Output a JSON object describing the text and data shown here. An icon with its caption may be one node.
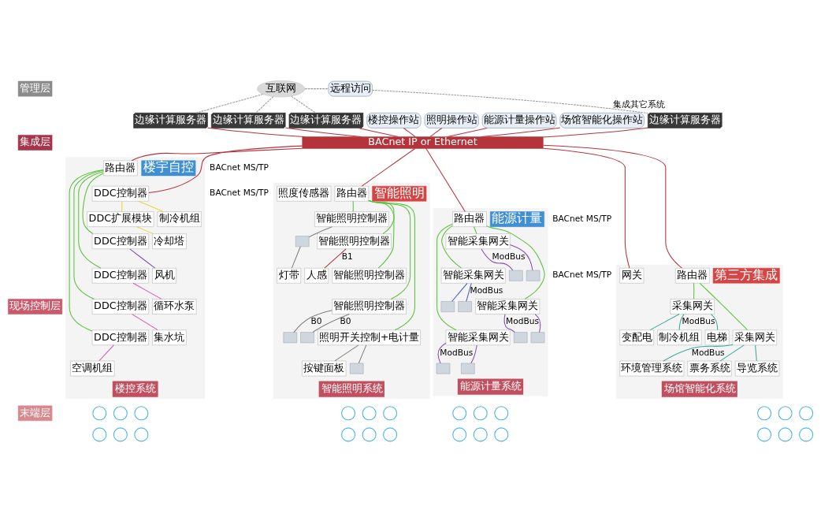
{
  "diagram": {
    "nodes": [
      {
        "text": [
          "管理层"
        ]
      },
      {
        "text": [
          "集成层"
        ]
      },
      {
        "text": [
          "现场控制层"
        ]
      },
      {
        "text": [
          "末端层"
        ]
      },
      {
        "text": [
          "互联网"
        ]
      },
      {
        "text": [
          "远程访问"
        ]
      },
      {
        "text": [
          "楼控操作站"
        ]
      },
      {
        "text": [
          "照明操作站"
        ]
      },
      {
        "text": [
          "能源计量操作站"
        ]
      },
      {
        "text": [
          "场馆智能化操作站"
        ]
      },
      {
        "text": [
          "BACnet IP or Ethernet"
        ]
      },
      {
        "text": [
          "边缘计算服务器"
        ]
      },
      {
        "text": [
          "边缘计算服务器"
        ]
      },
      {
        "text": [
          "边缘计算服务器"
        ]
      },
      {
        "text": [
          "边缘计算服务器"
        ]
      },
      {
        "text": [
          "楼控系统"
        ]
      },
      {
        "text": [
          "楼宇自控"
        ],
        "in": 15
      },
      {
        "text": [
          "路由器"
        ],
        "in": 15
      },
      {
        "text": [
          "DDC控制器"
        ],
        "in": 15
      },
      {
        "text": [
          "制冷机组"
        ],
        "in": 15
      },
      {
        "text": [
          "DDC扩展模块"
        ],
        "in": 15
      },
      {
        "text": [
          "冷却塔"
        ],
        "in": 15
      },
      {
        "text": [
          "DDC控制器"
        ],
        "in": 15
      },
      {
        "text": [
          "风机"
        ],
        "in": 15
      },
      {
        "text": [
          "DDC控制器"
        ],
        "in": 15
      },
      {
        "text": [
          "循环水泵"
        ],
        "in": 15
      },
      {
        "text": [
          "DDC控制器"
        ],
        "in": 15
      },
      {
        "text": [
          "集水坑"
        ],
        "in": 15
      },
      {
        "text": [
          "DDC控制器"
        ],
        "in": 15
      },
      {
        "text": [
          "空调机组"
        ],
        "in": 15
      },
      {
        "text": [
          "智能照明系统"
        ]
      },
      {
        "text": [
          "智能照明"
        ],
        "in": 30
      },
      {
        "text": [
          "路由器"
        ],
        "in": 30
      },
      {
        "text": [
          "智能照明控制器"
        ],
        "in": 30
      },
      {
        "text": [],
        "shape": "box",
        "in": 30
      },
      {
        "text": [
          "灯带"
        ],
        "in": 30
      },
      {
        "text": [
          "智能照明控制器"
        ],
        "in": 30
      },
      {
        "text": [
          "人感"
        ],
        "in": 30
      },
      {
        "text": [
          "智能照明控制器"
        ],
        "in": 30
      },
      {
        "text": [
          "照度传感器"
        ],
        "in": 30
      },
      {
        "text": [
          "智能照明控制器"
        ],
        "in": 30
      },
      {
        "text": [],
        "shape": "box",
        "in": 30
      },
      {
        "text": [],
        "shape": "box",
        "in": 30
      },
      {
        "text": [
          "照明开关控制+电计量"
        ],
        "in": 30
      },
      {
        "text": [
          "按键面板"
        ],
        "in": 30
      },
      {
        "text": [],
        "shape": "box",
        "in": 30
      },
      {
        "text": [
          "能源计量系统"
        ]
      },
      {
        "text": [
          "能源计量"
        ],
        "in": 46
      },
      {
        "text": [
          "路由器"
        ],
        "in": 46
      },
      {
        "text": [
          "智能采集网关"
        ],
        "in": 46
      },
      {
        "text": [],
        "shape": "box",
        "in": 46
      },
      {
        "text": [],
        "shape": "box",
        "in": 46
      },
      {
        "text": [
          "智能采集网关"
        ],
        "in": 46
      },
      {
        "text": [],
        "shape": "box",
        "in": 46
      },
      {
        "text": [],
        "shape": "box",
        "in": 46
      },
      {
        "text": [
          "智能采集网关"
        ],
        "in": 46
      },
      {
        "text": [],
        "shape": "box",
        "in": 46
      },
      {
        "text": [],
        "shape": "box",
        "in": 46
      },
      {
        "text": [
          "智能采集网关"
        ],
        "in": 46
      },
      {
        "text": [],
        "shape": "box",
        "in": 46
      },
      {
        "text": [],
        "shape": "box",
        "in": 46
      },
      {
        "text": [
          "场馆智能化系统"
        ]
      },
      {
        "text": [
          "第三方集成"
        ],
        "in": 61
      },
      {
        "text": [
          "路由器"
        ],
        "in": 61
      },
      {
        "text": [
          "网关"
        ],
        "in": 61
      },
      {
        "text": [
          "采集网关"
        ],
        "in": 61
      },
      {
        "text": [
          "制冷机组"
        ],
        "in": 61
      },
      {
        "text": [
          "电梯"
        ],
        "in": 61
      },
      {
        "text": [
          "变配电"
        ],
        "in": 61
      },
      {
        "text": [
          "采集网关"
        ],
        "in": 61
      },
      {
        "text": [
          "环境管理系统"
        ],
        "in": 61
      },
      {
        "text": [
          "票务系统"
        ],
        "in": 61
      },
      {
        "text": [
          "导览系统"
        ],
        "in": 61
      },
      {
        "text": [],
        "shape": "circle"
      },
      {
        "text": [],
        "shape": "circle"
      },
      {
        "text": [],
        "shape": "circle"
      },
      {
        "text": [],
        "shape": "circle"
      },
      {
        "text": [],
        "shape": "circle"
      },
      {
        "text": [],
        "shape": "circle"
      },
      {
        "text": [],
        "shape": "circle"
      },
      {
        "text": [],
        "shape": "circle"
      },
      {
        "text": [],
        "shape": "circle"
      },
      {
        "text": [],
        "shape": "circle"
      },
      {
        "text": [],
        "shape": "circle"
      },
      {
        "text": [],
        "shape": "circle"
      },
      {
        "text": [],
        "shape": "circle"
      },
      {
        "text": [],
        "shape": "circle"
      },
      {
        "text": [],
        "shape": "circle"
      },
      {
        "text": [],
        "shape": "circle"
      },
      {
        "text": [],
        "shape": "circle"
      },
      {
        "text": [],
        "shape": "circle"
      },
      {
        "text": [],
        "shape": "circle"
      },
      {
        "text": [],
        "shape": "circle"
      },
      {
        "text": [],
        "shape": "circle"
      },
      {
        "text": [],
        "shape": "circle"
      },
      {
        "text": [],
        "shape": "circle"
      },
      {
        "text": [],
        "shape": "circle"
      }
    ],
    "edges": [
      {
        "from": 4,
        "to": 11,
        "arrow": "none",
        "style": "dashed",
        "color": "#999999"
      },
      {
        "from": 4,
        "to": 12,
        "arrow": "none",
        "style": "dashed",
        "color": "#999999"
      },
      {
        "from": 4,
        "to": 13,
        "arrow": "none",
        "style": "dashed",
        "color": "#999999"
      },
      {
        "from": 4,
        "to": 5,
        "arrow": "none",
        "style": "dashed",
        "color": "#999999"
      },
      {
        "from": 5,
        "to": 14,
        "label": "集成其它系统",
        "arrow": "none",
        "style": "dashed",
        "color": "#999999"
      },
      {
        "from": 6,
        "to": 10,
        "arrow": "none"
      },
      {
        "from": 7,
        "to": 10,
        "arrow": "none"
      },
      {
        "from": 8,
        "to": 10,
        "arrow": "none"
      },
      {
        "from": 9,
        "to": 10,
        "arrow": "none"
      },
      {
        "from": 11,
        "to": 10,
        "arrow": "none"
      },
      {
        "from": 12,
        "to": 10,
        "arrow": "none"
      },
      {
        "from": 13,
        "to": 10,
        "arrow": "none"
      },
      {
        "from": 14,
        "to": 10,
        "arrow": "none"
      },
      {
        "from": 10,
        "to": 17,
        "arrow": "none"
      },
      {
        "from": 10,
        "to": 18,
        "arrow": "none"
      },
      {
        "from": 10,
        "to": 32,
        "arrow": "none"
      },
      {
        "from": 10,
        "to": 48,
        "arrow": "none"
      },
      {
        "from": 10,
        "to": 63,
        "arrow": "none"
      },
      {
        "from": 10,
        "to": 64,
        "arrow": "none"
      },
      {
        "from": 17,
        "to": 22,
        "arrow": "none",
        "color": "#5cc23b"
      },
      {
        "from": 17,
        "to": 24,
        "arrow": "none",
        "color": "#5cc23b"
      },
      {
        "from": 17,
        "to": 26,
        "arrow": "none",
        "color": "#5cc23b"
      },
      {
        "from": 17,
        "to": 28,
        "arrow": "none",
        "color": "#5cc23b"
      },
      {
        "from": 18,
        "to": 19,
        "arrow": "none",
        "color": "#e6d83a"
      },
      {
        "from": 18,
        "to": 20,
        "arrow": "none",
        "color": "#e6d83a"
      },
      {
        "from": 20,
        "to": 21,
        "arrow": "none",
        "color": "#e6d83a"
      },
      {
        "from": 22,
        "to": 23,
        "arrow": "none",
        "color": "#7a4fc0"
      },
      {
        "from": 24,
        "to": 25,
        "arrow": "none",
        "color": "#d856b4"
      },
      {
        "from": 26,
        "to": 27,
        "arrow": "none",
        "color": "#d856b4"
      },
      {
        "from": 28,
        "to": 29,
        "arrow": "none",
        "color": "#d856b4"
      },
      {
        "from": 32,
        "to": 33,
        "arrow": "none",
        "color": "#5cc23b"
      },
      {
        "from": 32,
        "to": 36,
        "arrow": "none",
        "color": "#5cc23b"
      },
      {
        "from": 32,
        "to": 38,
        "arrow": "none",
        "color": "#5cc23b"
      },
      {
        "from": 32,
        "to": 40,
        "arrow": "none",
        "color": "#5cc23b"
      },
      {
        "from": 32,
        "to": 43,
        "arrow": "none",
        "color": "#5cc23b"
      },
      {
        "from": 33,
        "to": 34,
        "arrow": "none",
        "color": "#808080"
      },
      {
        "from": 34,
        "to": 35,
        "arrow": "none",
        "color": "#808080"
      },
      {
        "from": 36,
        "to": 37,
        "label": "B1",
        "arrow": "none"
      },
      {
        "from": 40,
        "to": 41,
        "label": "B0",
        "arrow": "none",
        "color": "#808080"
      },
      {
        "from": 40,
        "to": 42,
        "label": "B0",
        "arrow": "none",
        "color": "#808080"
      },
      {
        "from": 43,
        "to": 44,
        "arrow": "none",
        "color": "#808080"
      },
      {
        "from": 43,
        "to": 45,
        "arrow": "none",
        "color": "#808080"
      },
      {
        "from": 48,
        "to": 49,
        "arrow": "none",
        "color": "#5cc23b"
      },
      {
        "from": 48,
        "to": 52,
        "arrow": "none",
        "color": "#5cc23b"
      },
      {
        "from": 48,
        "to": 55,
        "arrow": "none",
        "color": "#5cc23b"
      },
      {
        "from": 48,
        "to": 58,
        "arrow": "none",
        "color": "#5cc23b"
      },
      {
        "from": 49,
        "to": 50,
        "label": "ModBus",
        "arrow": "none",
        "color": "#8a4fb5"
      },
      {
        "from": 49,
        "to": 51,
        "arrow": "none",
        "color": "#8a4fb5"
      },
      {
        "from": 52,
        "to": 53,
        "label": "ModBus",
        "arrow": "none",
        "color": "#4a5fc0"
      },
      {
        "from": 52,
        "to": 54,
        "arrow": "none",
        "color": "#4a5fc0"
      },
      {
        "from": 55,
        "to": 56,
        "label": "ModBus",
        "arrow": "none",
        "color": "#8a4fb5"
      },
      {
        "from": 55,
        "to": 57,
        "arrow": "none",
        "color": "#8a4fb5"
      },
      {
        "from": 58,
        "to": 59,
        "label": "ModBus",
        "arrow": "none",
        "color": "#8a4fb5"
      },
      {
        "from": 58,
        "to": 60,
        "arrow": "none",
        "color": "#8a4fb5"
      },
      {
        "from": 63,
        "to": 65,
        "arrow": "none",
        "color": "#5cc23b"
      },
      {
        "from": 63,
        "to": 69,
        "arrow": "none",
        "color": "#5cc23b"
      },
      {
        "from": 65,
        "to": 66,
        "label": "ModBus",
        "arrow": "none",
        "color": "#3aa89a"
      },
      {
        "from": 65,
        "to": 67,
        "arrow": "none",
        "color": "#3aa89a"
      },
      {
        "from": 65,
        "to": 68,
        "arrow": "none",
        "color": "#3aa89a"
      },
      {
        "from": 69,
        "to": 70,
        "label": "ModBus",
        "arrow": "none",
        "color": "#3aa89a"
      },
      {
        "from": 69,
        "to": 71,
        "arrow": "none",
        "color": "#3aa89a"
      },
      {
        "from": 69,
        "to": 72,
        "arrow": "none",
        "color": "#3aa89a"
      }
    ],
    "labels": [
      "BACnet MS/TP",
      "BACnet MS/TP",
      "BACnet MS/TP",
      "BACnet MS/TP"
    ]
  }
}
